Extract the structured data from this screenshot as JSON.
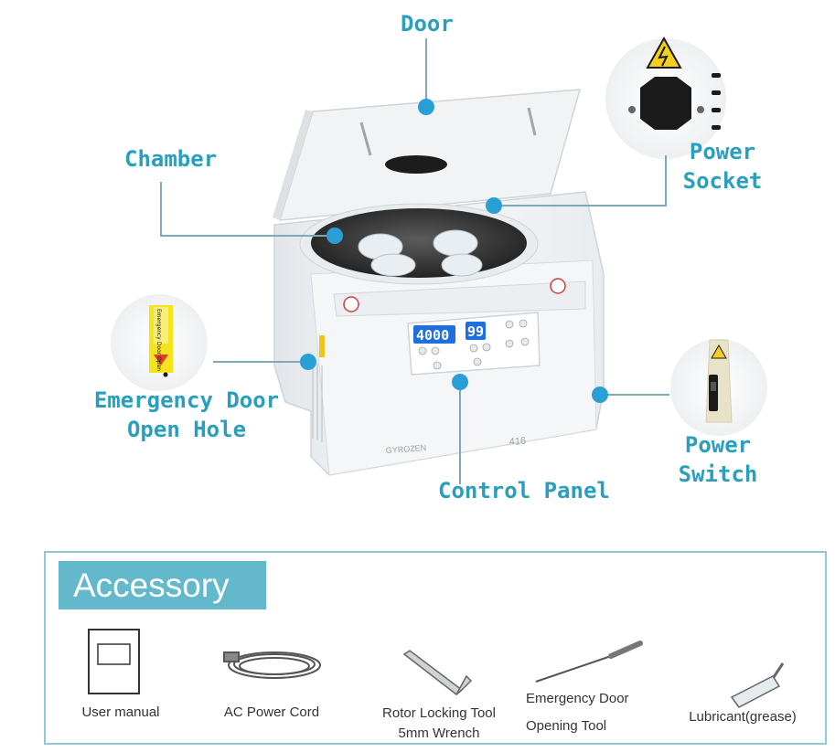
{
  "callouts": {
    "door": "Door",
    "chamber": "Chamber",
    "power_socket_1": "Power",
    "power_socket_2": "Socket",
    "emergency_1": "Emergency Door",
    "emergency_2": "Open Hole",
    "control_panel": "Control Panel",
    "power_switch_1": "Power",
    "power_switch_2": "Switch"
  },
  "device": {
    "display_speed": "4000",
    "display_time": "99",
    "brand": "GYROZEN",
    "model": "416",
    "sticker_text": "Emergency Door Open"
  },
  "accessory": {
    "title": "Accessory",
    "items": [
      {
        "label": "User manual"
      },
      {
        "label": "AC Power Cord"
      },
      {
        "label_1": "Rotor Locking Tool",
        "label_2": "5mm Wrench"
      },
      {
        "label_1": "Emergency Door",
        "label_2": "Opening Tool"
      },
      {
        "label": "Lubricant(grease)"
      }
    ]
  },
  "colors": {
    "accent": "#2a9fbd",
    "dot": "#2a9fd6",
    "tab": "#63b8cb",
    "display": "#1f6fe0"
  }
}
